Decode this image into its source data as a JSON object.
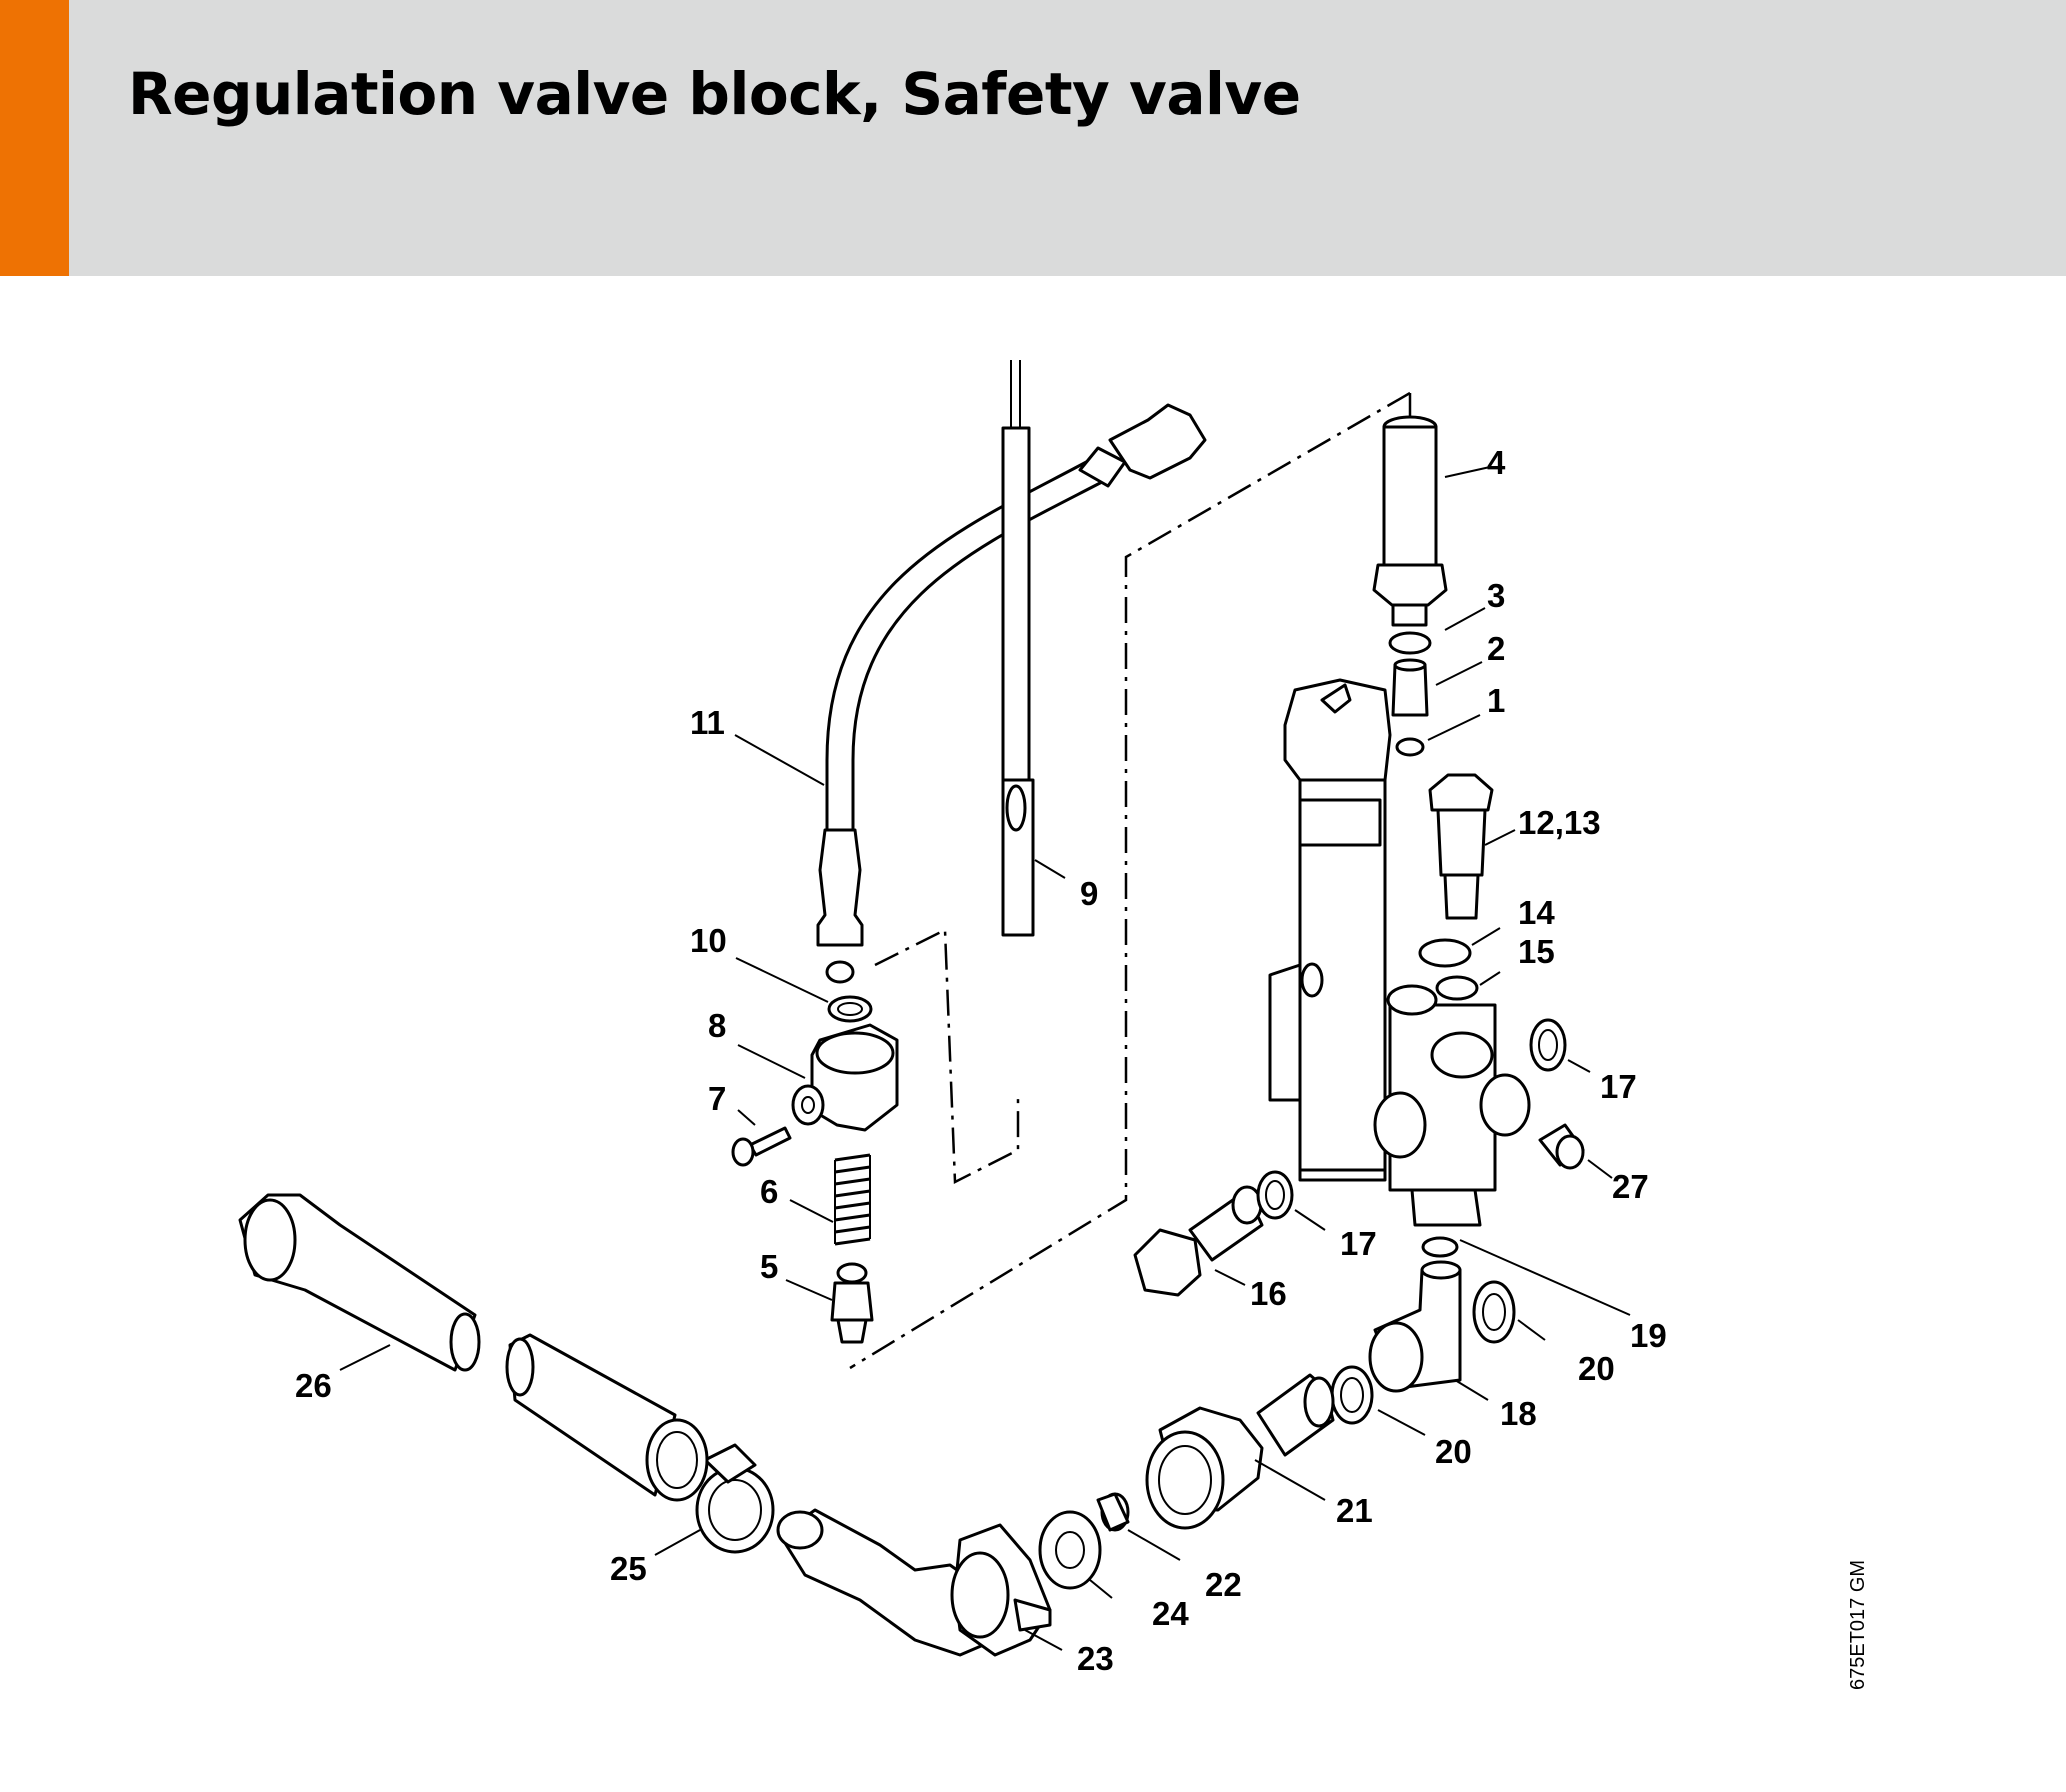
{
  "header": {
    "title": "Regulation valve block, Safety valve",
    "accent_color": "#ee7203",
    "background_color": "#dadbdb"
  },
  "diagram": {
    "drawing_code": "675ET017 GM",
    "callouts": {
      "p1": "1",
      "p2": "2",
      "p3": "3",
      "p4": "4",
      "p5": "5",
      "p6": "6",
      "p7": "7",
      "p8": "8",
      "p9": "9",
      "p10": "10",
      "p11": "11",
      "p12_13": "12,13",
      "p14": "14",
      "p15": "15",
      "p16": "16",
      "p17a": "17",
      "p17b": "17",
      "p18": "18",
      "p19": "19",
      "p20a": "20",
      "p20b": "20",
      "p21": "21",
      "p22": "22",
      "p23": "23",
      "p24": "24",
      "p25": "25",
      "p26": "26",
      "p27": "27"
    }
  }
}
